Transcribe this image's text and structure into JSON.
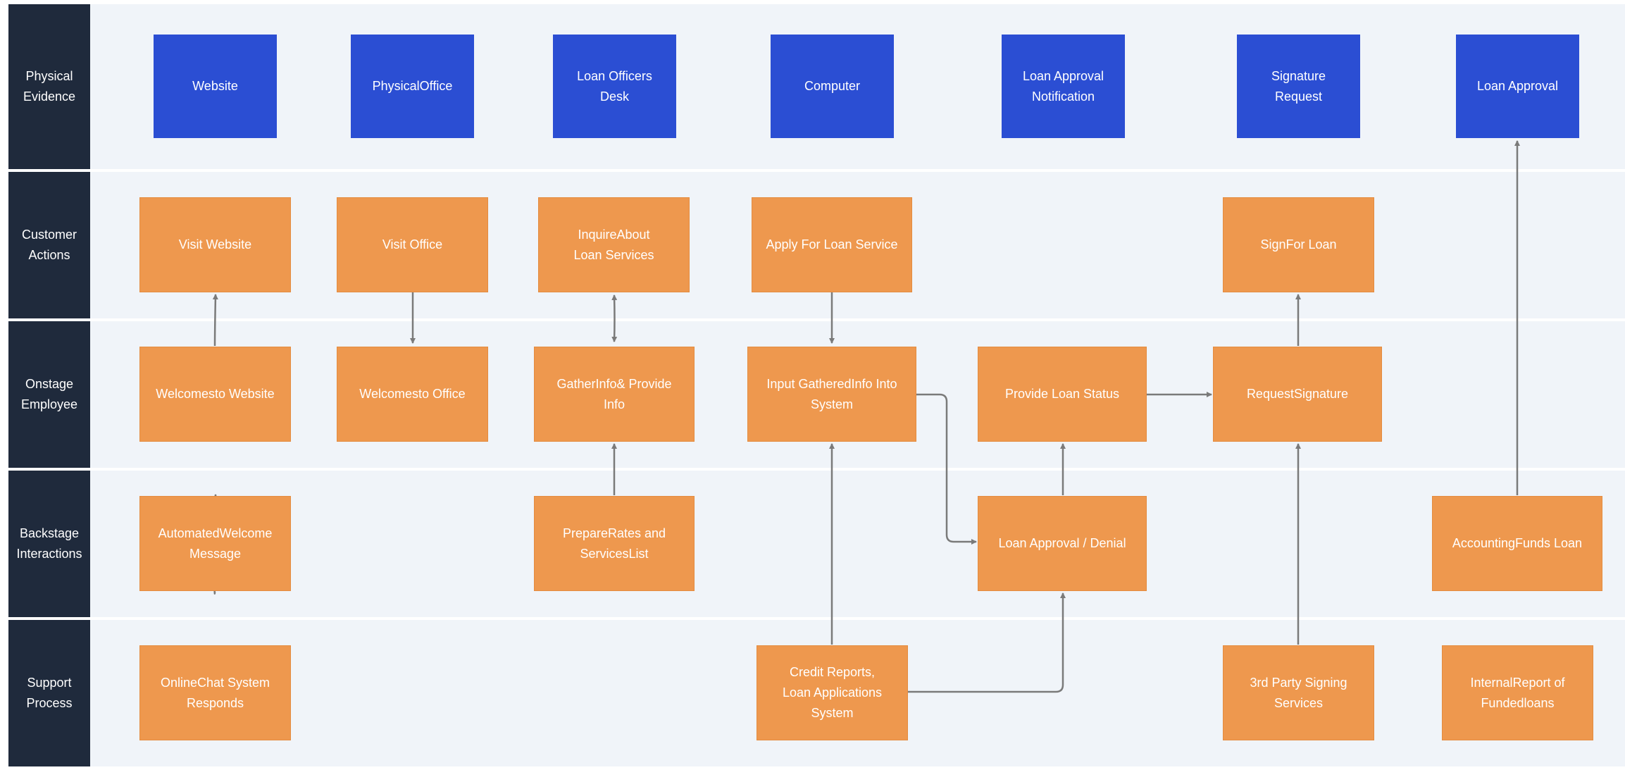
{
  "lanes": [
    "Physical\nEvidence",
    "Customer\nActions",
    "Onstage\nEmployee",
    "Backstage\nInteractions",
    "Support\nProcess"
  ],
  "physical_evidence": [
    "Website",
    "PhysicalOffice",
    "Loan Officers\nDesk",
    "Computer",
    "Loan Approval\nNotification",
    "Signature\nRequest",
    "Loan Approval"
  ],
  "customer_actions": [
    "Visit Website",
    "Visit Office",
    "InquireAbout\nLoan Services",
    "Apply For Loan Service",
    "SignFor Loan"
  ],
  "onstage_employee": [
    "Welcomesto Website",
    "Welcomesto Office",
    "GatherInfo& Provide\nInfo",
    "Input GatheredInfo Into\nSystem",
    "Provide Loan Status",
    "RequestSignature"
  ],
  "backstage_interactions": [
    "AutomatedWelcome\nMessage",
    "PrepareRates and\nServicesList",
    "Loan Approval / Denial",
    "AccountingFunds Loan"
  ],
  "support_process": [
    "OnlineChat System\nResponds",
    "Credit Reports,\nLoan Applications\nSystem",
    "3rd Party Signing\nServices",
    "InternalReport of\nFundedloans"
  ],
  "colors": {
    "lane_label": "#1f2a3c",
    "lane_background": "#f0f4f9",
    "physical_evidence_box": "#2b4ed3",
    "process_box": "#ee984e",
    "connector": "#7a7a7a"
  }
}
